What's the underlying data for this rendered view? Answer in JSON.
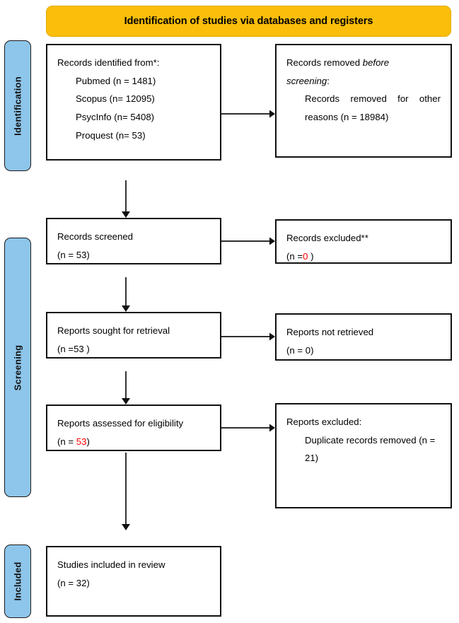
{
  "diagram": {
    "type": "prisma-flow-diagram",
    "banner": {
      "title": "Identification of studies via databases and registers",
      "color": "#FBBE0A"
    },
    "phases": [
      {
        "id": "identification",
        "label": "Identification",
        "color": "#8EC5EA"
      },
      {
        "id": "screening",
        "label": "Screening",
        "color": "#8EC5EA"
      },
      {
        "id": "included",
        "label": "Included",
        "color": "#8EC5EA"
      }
    ],
    "boxes": {
      "identified": {
        "heading": "Records identified from*:",
        "sources": [
          "Pubmed (n = 1481)",
          "Scopus (n= 12095)",
          "PsycInfo (n= 5408)",
          "Proquest (n= 53)"
        ]
      },
      "removed": {
        "line1_a": "Records removed ",
        "line1_b": "before",
        "line2_a": "screening",
        "line2_b": ":",
        "line3": "Records removed for other reasons (n = 18984)"
      },
      "screened": {
        "label": "Records screened",
        "count": "(n = 53)"
      },
      "excluded": {
        "label": "Records excluded**",
        "count_prefix": "(n =",
        "count_value": "0",
        "count_suffix": " )"
      },
      "sought": {
        "label": "Reports sought for retrieval",
        "count": "(n =53 )"
      },
      "not_retrieved": {
        "label": "Reports not retrieved",
        "count": "(n = 0)"
      },
      "eligibility": {
        "label": "Reports assessed for eligibility",
        "count_prefix": "(n = ",
        "count_value": "53",
        "count_suffix": ")"
      },
      "reports_excluded": {
        "heading": "Reports excluded:",
        "reason": "Duplicate records removed (n = 21)"
      },
      "included": {
        "label": "Studies included in review",
        "count": "(n = 32)"
      }
    },
    "colors": {
      "banner": "#FBBE0A",
      "phase_bar": "#8EC5EA",
      "box_border": "#111111",
      "highlight": "#FF0000"
    }
  }
}
